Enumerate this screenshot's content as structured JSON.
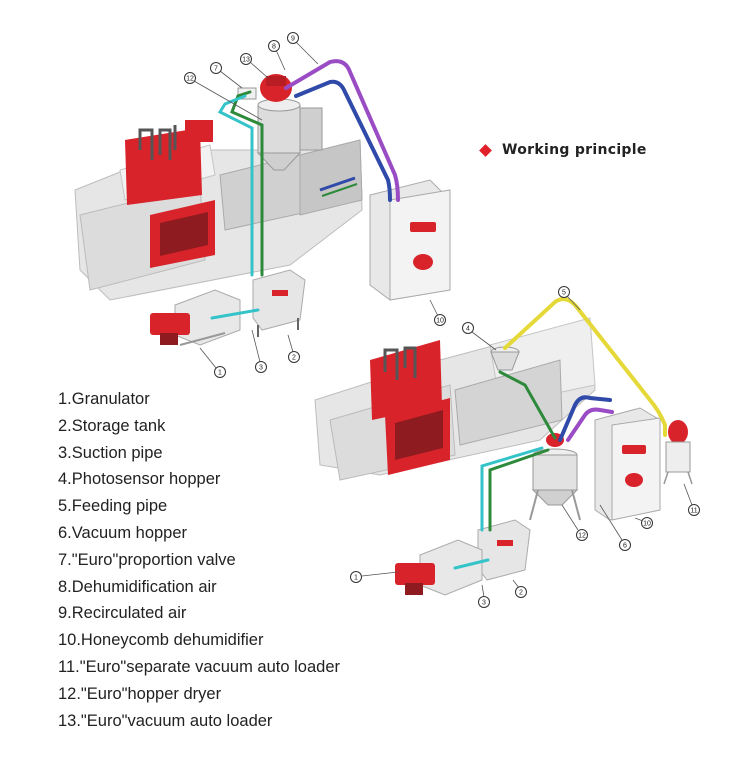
{
  "legend": {
    "marker_color": "#e0202a",
    "title": "Working principle"
  },
  "parts": [
    "1.Granulator",
    "2.Storage tank",
    "3.Suction pipe",
    "4.Photosensor hopper",
    "5.Feeding pipe",
    "6.Vacuum hopper",
    "7.\"Euro\"proportion valve",
    "8.Dehumidification air",
    "9.Recirculated air",
    "10.Honeycomb dehumidifier",
    "11.\"Euro\"separate vacuum auto loader",
    "12.\"Euro\"hopper dryer",
    "13.\"Euro\"vacuum auto loader"
  ],
  "callouts": {
    "top": [
      "1",
      "2",
      "3",
      "7",
      "8",
      "9",
      "10",
      "12",
      "13"
    ],
    "bottom": [
      "1",
      "2",
      "3",
      "4",
      "5",
      "6",
      "10",
      "11",
      "12"
    ]
  },
  "colors": {
    "machine_red": "#d9232b",
    "machine_grey": "#e4e4e4",
    "pipe_green": "#2d8a3a",
    "pipe_cyan": "#33c3c8",
    "pipe_purple": "#9a4cc4",
    "pipe_blue": "#2f4aa8",
    "pipe_yellow": "#e5d93a"
  }
}
